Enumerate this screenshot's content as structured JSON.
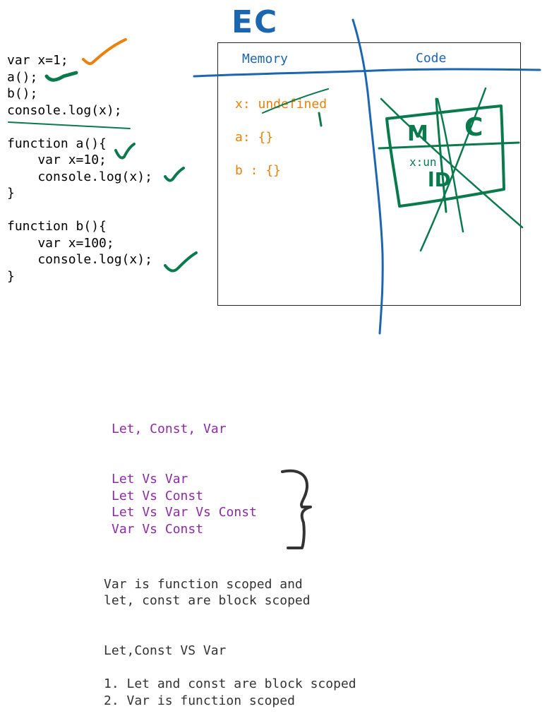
{
  "code_lines": [
    "var x=1;",
    "a();",
    "b();",
    "console.log(x);",
    "",
    "function a(){",
    "    var x=10;",
    "    console.log(x);",
    "}",
    "",
    "function b(){",
    "    var x=100;",
    "    console.log(x);",
    "}"
  ],
  "ec_label": "EC",
  "memory_title": "Memory",
  "code_title": "Code",
  "memory_items": [
    "x: undefined",
    "a: {}",
    "b : {}"
  ],
  "inner_cells": {
    "memory": "M",
    "code": "C",
    "bottom": "lD",
    "value": "x:un"
  },
  "topics": {
    "heading": "Let, Const, Var",
    "list": [
      "Let Vs Var",
      "Let Vs Const",
      "Let Vs Var Vs Const",
      "Var Vs Const"
    ]
  },
  "note": [
    "Var is function scoped and",
    "let, const are block scoped"
  ],
  "comparison": {
    "heading": "Let,Const VS Var",
    "points": [
      "1. Let and const are block scoped",
      "2. Var is function scoped"
    ]
  },
  "colors": {
    "blue": "#1c66b0",
    "orange": "#e8820c",
    "green": "#0a7a4e",
    "purple": "#8e2aa6",
    "dark": "#333333"
  }
}
